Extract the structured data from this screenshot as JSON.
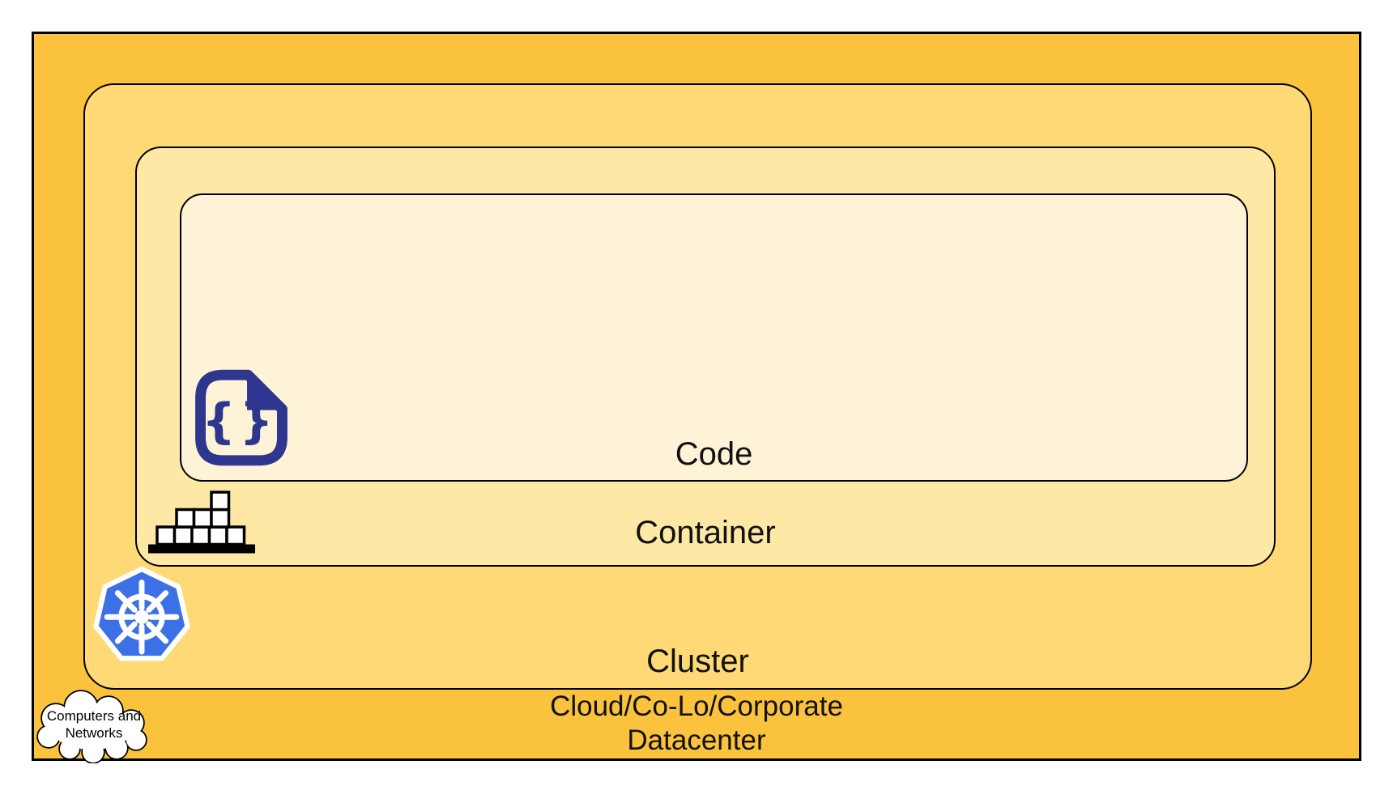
{
  "layers": {
    "code": {
      "label": "Code",
      "fill": "#FEF3D6"
    },
    "container": {
      "label": "Container",
      "fill": "#FEE8A6"
    },
    "cluster": {
      "label": "Cluster",
      "fill": "#FED976"
    },
    "datacenter": {
      "label_line1": "Cloud/Co-Lo/Corporate",
      "label_line2": "Datacenter",
      "fill": "#FAC23D"
    }
  },
  "cloud_callout": {
    "line1": "Computers and",
    "line2": "Networks",
    "fill": "#FFFFFF",
    "outline": "#000000"
  },
  "icons": {
    "code_file_glyph": "{}",
    "code_file_color": "#2F3690",
    "kubernetes_color": "#3B70E6",
    "container_stack_color": "#000000"
  },
  "colors": {
    "outline": "#000000",
    "page_background": "#FFFFFF",
    "label_text": "#111111"
  }
}
